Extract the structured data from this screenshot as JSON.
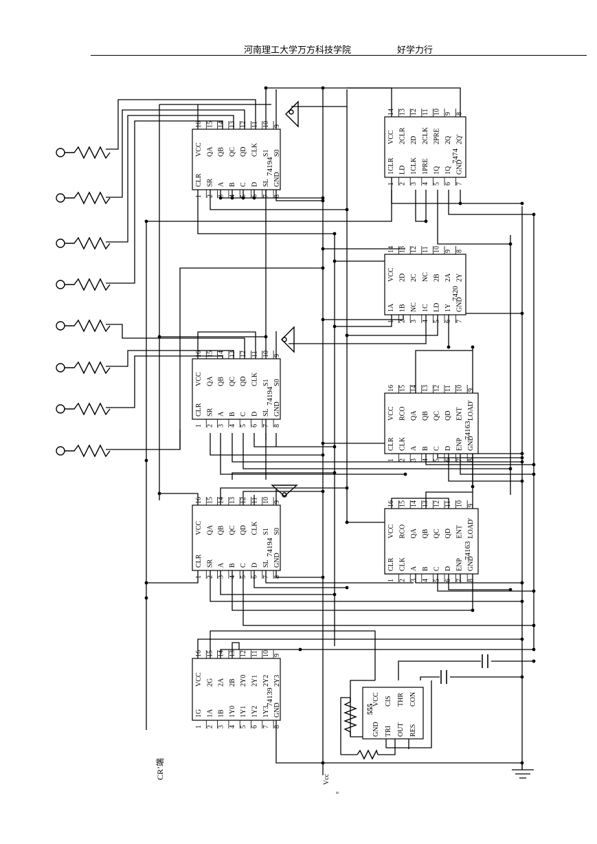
{
  "header": {
    "school": "河南理工大学万方科技学院",
    "motto": "好学力行"
  },
  "chips": [
    {
      "name": "74194",
      "top_pins": [
        "16",
        "15",
        "14",
        "13",
        "12",
        "11",
        "10",
        "9"
      ],
      "top_labels": [
        "VCC",
        "QA",
        "QB",
        "QC",
        "QD",
        "CLK",
        "S1",
        "S0"
      ],
      "bottom_pins": [
        "1",
        "2",
        "3",
        "4",
        "5",
        "6",
        "7",
        "8"
      ],
      "bottom_labels": [
        "CLR",
        "SR",
        "A",
        "B",
        "C",
        "D",
        "SL",
        "GND"
      ]
    },
    {
      "name": "74194",
      "top_pins": [
        "16",
        "15",
        "14",
        "13",
        "12",
        "11",
        "10",
        "9"
      ],
      "top_labels": [
        "VCC",
        "QA",
        "QB",
        "QC",
        "QD",
        "CLK",
        "S1",
        "S0"
      ],
      "bottom_pins": [
        "1",
        "2",
        "3",
        "4",
        "5",
        "6",
        "7",
        "8"
      ],
      "bottom_labels": [
        "CLR",
        "SR",
        "A",
        "B",
        "C",
        "D",
        "SL",
        "GND"
      ]
    },
    {
      "name": "74194",
      "top_pins": [
        "16",
        "15",
        "14",
        "13",
        "12",
        "11",
        "10",
        "9"
      ],
      "top_labels": [
        "VCC",
        "QA",
        "QB",
        "QC",
        "QD",
        "CLK",
        "S1",
        "S0"
      ],
      "bottom_pins": [
        "1",
        "2",
        "3",
        "4",
        "5",
        "6",
        "7",
        "8"
      ],
      "bottom_labels": [
        "CLR",
        "SR",
        "A",
        "B",
        "C",
        "D",
        "SL",
        "GND"
      ]
    },
    {
      "name": "74139",
      "top_pins": [
        "16",
        "15",
        "14",
        "13",
        "12",
        "11",
        "10",
        "9"
      ],
      "top_labels": [
        "VCC",
        "2G",
        "2A",
        "2B",
        "2Y0",
        "2Y1",
        "2Y2",
        "2Y3"
      ],
      "bottom_pins": [
        "1",
        "2",
        "3",
        "4",
        "5",
        "6",
        "7",
        "8"
      ],
      "bottom_labels": [
        "1G",
        "1A",
        "1B",
        "1Y0",
        "1Y1",
        "1Y2",
        "1Y3",
        "GND"
      ]
    },
    {
      "name": "7474",
      "top_pins": [
        "14",
        "13",
        "12",
        "11",
        "10",
        "9",
        "8"
      ],
      "top_labels": [
        "VCC",
        "2CLR",
        "2D",
        "2CLK",
        "2PRE",
        "2Q",
        "2Q'"
      ],
      "bottom_pins": [
        "1",
        "2",
        "3",
        "4",
        "5",
        "6",
        "7"
      ],
      "bottom_labels": [
        "1CLR",
        "LD",
        "1CLK",
        "1PRE",
        "1Q",
        "1Q",
        "GND"
      ]
    },
    {
      "name": "7420",
      "top_pins": [
        "14",
        "13",
        "12",
        "11",
        "10",
        "9",
        "8"
      ],
      "top_labels": [
        "VCC",
        "2D",
        "2C",
        "NC",
        "2B",
        "2A",
        "2Y"
      ],
      "bottom_pins": [
        "1",
        "2",
        "3",
        "4",
        "5",
        "6",
        "7"
      ],
      "bottom_labels": [
        "1A",
        "1B",
        "NC",
        "1C",
        "LD",
        "1Y",
        "GND"
      ]
    },
    {
      "name": "74163",
      "top_pins": [
        "16",
        "15",
        "14",
        "13",
        "12",
        "11",
        "10",
        "9"
      ],
      "top_labels": [
        "VCC",
        "RCO",
        "QA",
        "QB",
        "QC",
        "QD",
        "ENT",
        "LOAD'"
      ],
      "bottom_pins": [
        "1",
        "2",
        "3",
        "4",
        "5",
        "6",
        "7",
        "8"
      ],
      "bottom_labels": [
        "CLR",
        "CLK",
        "A",
        "B",
        "C",
        "D",
        "ENP",
        "GND"
      ]
    },
    {
      "name": "74163",
      "top_pins": [
        "16",
        "15",
        "14",
        "13",
        "12",
        "11",
        "10",
        "9"
      ],
      "top_labels": [
        "VCC",
        "RCO",
        "QA",
        "QB",
        "QC",
        "QD",
        "ENT",
        "LOAD'"
      ],
      "bottom_pins": [
        "1",
        "2",
        "3",
        "4",
        "5",
        "6",
        "7",
        "8"
      ],
      "bottom_labels": [
        "CLR",
        "CLK",
        "A",
        "B",
        "C",
        "D",
        "ENP",
        "GND"
      ]
    }
  ],
  "timer": {
    "name": "555",
    "top_labels": [
      "VCC",
      "CIS",
      "THR",
      "CON"
    ],
    "bottom_labels": [
      "GND",
      "TRI",
      "OUT",
      "RES"
    ]
  },
  "labels": {
    "cr_end": "CR’端",
    "vcc": "Vcc",
    "small_mark": "8"
  }
}
